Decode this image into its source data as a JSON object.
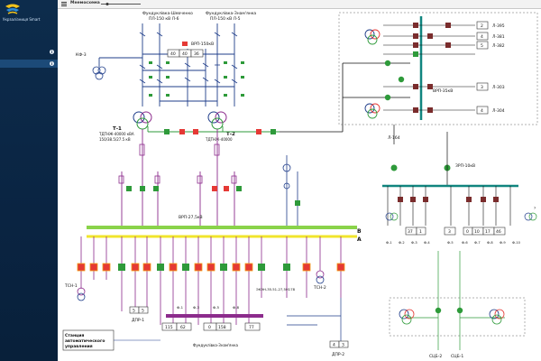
{
  "app": {
    "brand": "Укрзалізниця Smart",
    "sidebar_items": [
      {
        "label": "",
        "badge": "i"
      },
      {
        "label": "",
        "badge": "i"
      }
    ],
    "title": "Мнемосхема",
    "zoom_scale": "- +"
  },
  "schema": {
    "line_left": [
      "Фундуклівка-Шевченко",
      "ПЛ-150 кВ Л-6"
    ],
    "line_right": [
      "Фундуклівка-Знам'янка",
      "ПЛ-150 кВ Л-5"
    ],
    "vrp150": "ВРП-150кВ",
    "vrp150_values": [
      "40",
      "40",
      "36"
    ],
    "kf_label": "КФ-3",
    "t1": [
      "Т-1",
      "ТДТНЖ-40000 кВА",
      "150/38.5/27.5 кВ"
    ],
    "t2": [
      "Т-2",
      "ТДТНЖ-40000"
    ],
    "vrp35": "ВРП-35кВ",
    "vrp35_feeders": [
      {
        "value": "2",
        "name": "Л-395"
      },
      {
        "value": "4",
        "name": "Л-381"
      },
      {
        "value": "5",
        "name": "Л-382"
      },
      {
        "value": "3",
        "name": "Л-303"
      },
      {
        "value": "4",
        "name": "Л-304"
      }
    ],
    "bus27": "ВРП-27,5кВ",
    "bus_b": "В",
    "bus_a": "А",
    "tsn1": "ТСН-1",
    "tsn2": "ТСН-2",
    "eksh": "ЭКЭН-35.51-27,5Н178",
    "dpr1_label": "ДПР-1",
    "dpr1_values": [
      "5",
      "5"
    ],
    "dpr2_label": "ДПР-2",
    "dpr2_values": [
      "4",
      "3"
    ],
    "feeder_values": [
      "115",
      "62",
      "0",
      "158",
      "77"
    ],
    "feeder_labels": [
      "Ф-1",
      "Ф-3",
      "Ф-5",
      "Ф-8"
    ],
    "station_label": [
      "Станция",
      "автоматического",
      "управления"
    ],
    "bottom_label": "Фундуклівка-Знам'янка",
    "b164": "Л-164",
    "zrp10": "ЗРП-10кВ",
    "feeders10_left": [
      "37",
      "1"
    ],
    "feeders10_mid": [
      "3"
    ],
    "feeders10_right": [
      "0",
      "10",
      "17",
      "46"
    ],
    "f10_labels": [
      "Ф-1",
      "Ф-2",
      "Ф-3",
      "Ф-4",
      "Ф-5",
      "Ф-6",
      "Ф-7",
      "Ф-8",
      "Ф-9",
      "Ф-10"
    ],
    "sdb": [
      "СЦБ-2",
      "СЦБ-1"
    ]
  },
  "colors": {
    "sidebar": "#0d2c4c",
    "breaker_closed": "#e53935",
    "breaker_open": "#2e9a3a",
    "bus_green": "#8ad34a",
    "bus_yellow": "#f1e52c",
    "bus_teal": "#11857f",
    "line_blue": "#1f3d8a",
    "line_purple": "#8c2b8c"
  }
}
